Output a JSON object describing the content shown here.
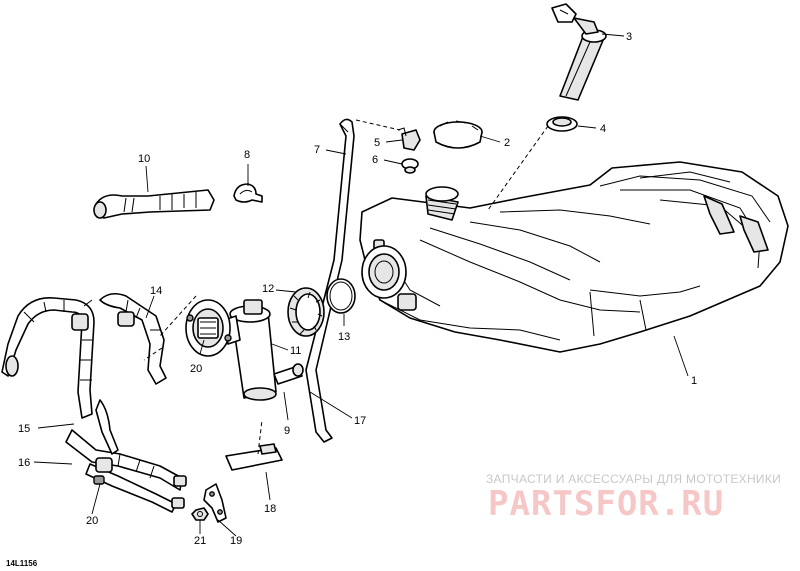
{
  "diagram": {
    "reference_code": "14L1156",
    "callouts": [
      "1",
      "2",
      "3",
      "4",
      "5",
      "6",
      "7",
      "8",
      "9",
      "10",
      "11",
      "12",
      "13",
      "14",
      "15",
      "16",
      "17",
      "18",
      "19",
      "20",
      "20",
      "21"
    ]
  },
  "watermark": {
    "caption": "ЗАПЧАСТИ И АКСЕССУАРЫ ДЛЯ МОТОТЕХНИКИ",
    "brand": "PARTSFOR.RU",
    "brand_color": "#f6c7c7",
    "caption_color": "#c8c8c8"
  }
}
